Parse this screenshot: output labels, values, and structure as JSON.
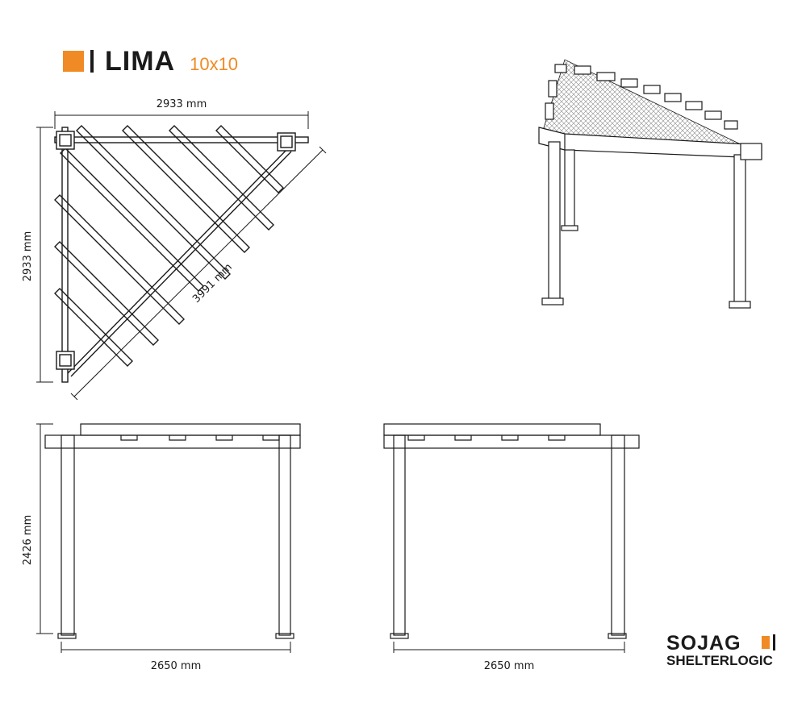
{
  "header": {
    "title": "LIMA",
    "size": "10x10"
  },
  "colors": {
    "accent": "#f08a24",
    "ink": "#1a1a1a",
    "mesh": "#9a9a9a"
  },
  "top_view": {
    "width_label": "2933 mm",
    "depth_label": "2933 mm",
    "diagonal_label": "3991 mm"
  },
  "front_view": {
    "height_label": "2426 mm",
    "width_label": "2650 mm"
  },
  "side_view": {
    "width_label": "2650 mm"
  },
  "brand": {
    "name": "SOJAG",
    "group": "SHELTERLOGIC"
  }
}
